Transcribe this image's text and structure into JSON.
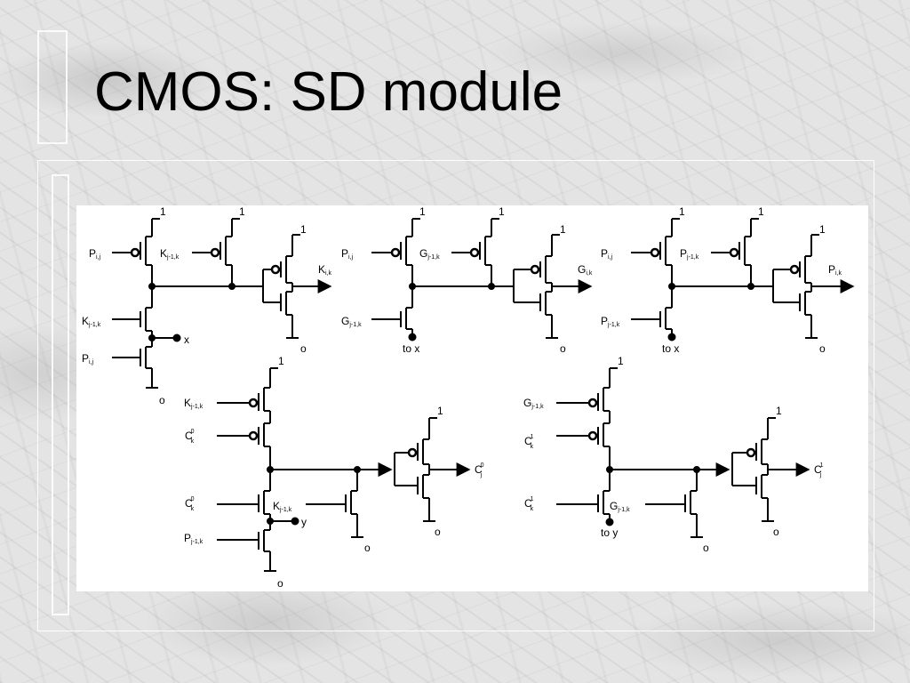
{
  "slide": {
    "title": "CMOS: SD module"
  },
  "diagram": {
    "top_left": {
      "p_ij": "P",
      "p_ij_sub": "i,j",
      "k_j1k": "K",
      "k_j1k_sub": "j-1,k",
      "k_ik": "K",
      "k_ik_sub": "i,k",
      "x": "x"
    },
    "top_mid": {
      "p_ij": "P",
      "p_ij_sub": "i,j",
      "g_j1k": "G",
      "g_j1k_sub": "j-1,k",
      "g_ik": "G",
      "g_ik_sub": "i,k",
      "to_x": "to x"
    },
    "top_right": {
      "p_ij": "P",
      "p_ij_sub": "i,j",
      "p_j1k": "P",
      "p_j1k_sub": "j-1,k",
      "p_ik": "P",
      "p_ik_sub": "i,k",
      "to_x": "to x"
    },
    "bottom_left": {
      "k_j1k": "K",
      "k_j1k_sub": "j-1,k",
      "c0k": "C",
      "c0k_sup": "0",
      "c0k_sub": "k",
      "p_j1k": "P",
      "p_j1k_sub": "j-1,k",
      "c0j": "C",
      "c0j_sup": "0",
      "c0j_sub": "j",
      "y": "y"
    },
    "bottom_right": {
      "g_j1k": "G",
      "g_j1k_sub": "j-1,k",
      "c1k": "C",
      "c1k_sup": "1",
      "c1k_sub": "k",
      "c1j": "C",
      "c1j_sup": "1",
      "c1j_sub": "j",
      "to_y": "to y"
    },
    "vdd": "1",
    "gnd": "o"
  }
}
